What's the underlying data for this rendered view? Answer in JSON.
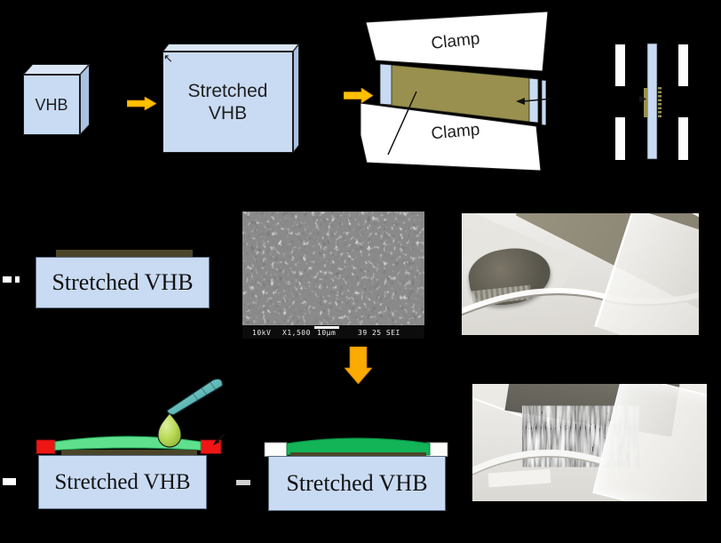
{
  "colors": {
    "background": "#000000",
    "vhb_blue": "#c9dbf3",
    "vhb_blue_top": "#dbe6f6",
    "vhb_blue_side": "#a9c2e2",
    "box_border": "#1b1b1b",
    "olive": "#99904f",
    "coating_dark_olive": "#4b4629",
    "arrow_yellow": "#ffc000",
    "arrow_orange": "#fbab00",
    "spacer_red": "#ee1515",
    "uncured_green": "#5fe08d",
    "cured_green": "#12b457",
    "droplet_green": "#b9d958",
    "pipette_teal": "#56b3b0",
    "clamp_white": "#ffffff"
  },
  "labels": {
    "vhb_cube": "VHB",
    "stretched_panel_line1": "Stretched",
    "stretched_panel_line2": "VHB",
    "stretch_direction_glyph": "↖",
    "clamp_top": "Clamp",
    "clamp_bottom": "Clamp",
    "schematic_mid": "Stretched VHB",
    "schematic_coating": "Stretched VHB",
    "schematic_cured": "Stretched VHB"
  },
  "sem_footer": {
    "voltage": "10kV",
    "magnification": "X1,500",
    "scale": "10μm",
    "stamp": "39 25 SEI"
  }
}
